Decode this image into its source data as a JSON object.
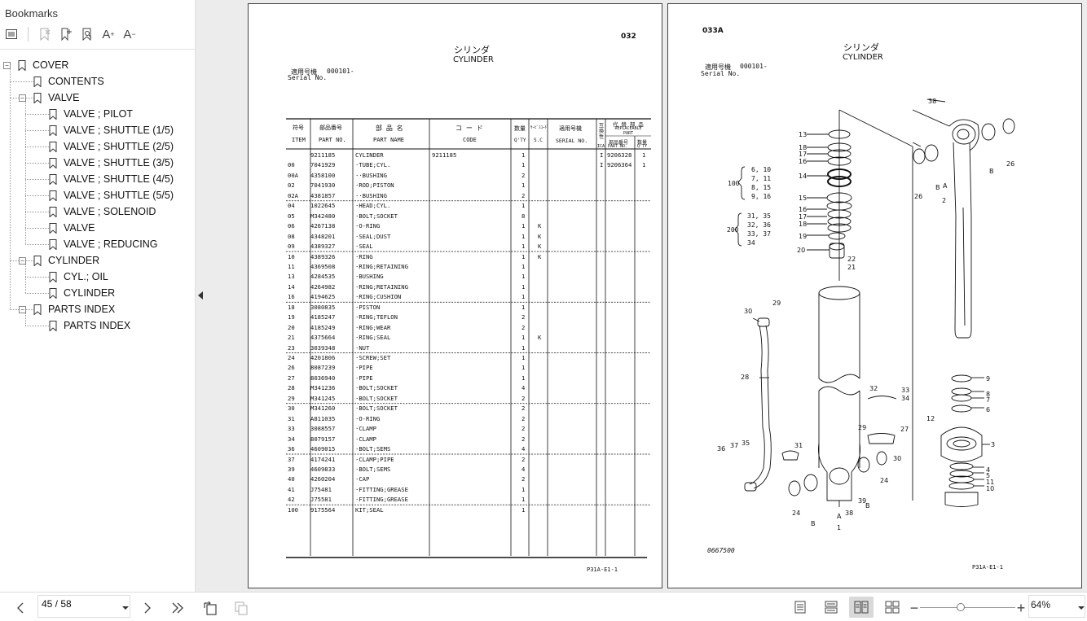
{
  "sidebar": {
    "title": "Bookmarks",
    "toolbar": [
      {
        "name": "expand-all-icon"
      },
      {
        "name": "delete-bookmark-icon"
      },
      {
        "name": "add-bookmark-icon"
      },
      {
        "name": "find-bookmark-icon"
      },
      {
        "name": "increase-text-icon",
        "glyph": "A+"
      },
      {
        "name": "decrease-text-icon",
        "glyph": "A-"
      }
    ],
    "items": [
      {
        "label": "COVER",
        "level": 0,
        "expander": "−"
      },
      {
        "label": "CONTENTS",
        "level": 1
      },
      {
        "label": "VALVE",
        "level": 1,
        "expander": "−"
      },
      {
        "label": "VALVE ; PILOT",
        "level": 2
      },
      {
        "label": "VALVE ; SHUTTLE (1/5)",
        "level": 2
      },
      {
        "label": "VALVE ; SHUTTLE (2/5)",
        "level": 2
      },
      {
        "label": "VALVE ; SHUTTLE (3/5)",
        "level": 2
      },
      {
        "label": "VALVE ; SHUTTLE (4/5)",
        "level": 2
      },
      {
        "label": "VALVE ; SHUTTLE (5/5)",
        "level": 2
      },
      {
        "label": "VALVE ; SOLENOID",
        "level": 2
      },
      {
        "label": "VALVE",
        "level": 2
      },
      {
        "label": "VALVE ; REDUCING",
        "level": 2
      },
      {
        "label": "CYLINDER",
        "level": 1,
        "expander": "−"
      },
      {
        "label": "CYL.; OIL",
        "level": 2
      },
      {
        "label": "CYLINDER",
        "level": 2
      },
      {
        "label": "PARTS INDEX",
        "level": 1,
        "expander": "−"
      },
      {
        "label": "PARTS INDEX",
        "level": 2
      }
    ]
  },
  "left_page": {
    "page_no": "032",
    "title_jp": "シリンダ",
    "title_en": "CYLINDER",
    "serial_jp": "適用号機",
    "serial_en": "Serial No.",
    "serial_value": "000101-",
    "footer": "P31A-E1-1",
    "headers": {
      "item_jp": "符号",
      "item_en": "ITEM",
      "part_jp": "部品番号",
      "part_en": "PART NO.",
      "name_jp": "部 品 名",
      "name_en": "PART NAME",
      "code_jp": "コ ー ド",
      "code_en": "CODE",
      "qty_jp": "数量",
      "qty_en": "Q'TY",
      "sc_jp": "ｻｰﾋﾞｽｺｰﾄﾞ",
      "sc_en": "S.C",
      "serial_jp": "適用号機",
      "serial_en": "SERIAL NO.",
      "ica_jp": "互換性",
      "ica_en": "ICA",
      "repl_jp": "代 替 部 品",
      "repl_en": "REPLACEABLE PART",
      "repl_part_jp": "部品番号",
      "repl_part_en": "PART NO.",
      "repl_qty_jp": "数量",
      "repl_qty_en": "Q'TY"
    },
    "rows": [
      {
        "item": "",
        "part": "9211185",
        "name": "CYLINDER",
        "code": "9211185",
        "qty": "1",
        "sc": "",
        "ica": "I",
        "repl": "9206328",
        "rqty": "1"
      },
      {
        "item": "00",
        "part": "7041929",
        "name": "·TUBE;CYL.",
        "code": "",
        "qty": "1",
        "sc": "",
        "ica": "I",
        "repl": "9206364",
        "rqty": "1"
      },
      {
        "item": "00A",
        "part": "4358100",
        "name": "··BUSHING",
        "code": "",
        "qty": "2",
        "sc": ""
      },
      {
        "item": "02",
        "part": "7041930",
        "name": "·ROD;PISTON",
        "code": "",
        "qty": "1",
        "sc": ""
      },
      {
        "item": "02A",
        "part": "4381857",
        "name": "··BUSHING",
        "code": "",
        "qty": "2",
        "sc": "",
        "sep": true
      },
      {
        "item": "04",
        "part": "1022645",
        "name": "·HEAD;CYL.",
        "code": "",
        "qty": "1",
        "sc": ""
      },
      {
        "item": "05",
        "part": "M342480",
        "name": "·BOLT;SOCKET",
        "code": "",
        "qty": "8",
        "sc": ""
      },
      {
        "item": "06",
        "part": "4267138",
        "name": "·O-RING",
        "code": "",
        "qty": "1",
        "sc": "K"
      },
      {
        "item": "08",
        "part": "4348201",
        "name": "·SEAL;DUST",
        "code": "",
        "qty": "1",
        "sc": "K"
      },
      {
        "item": "09",
        "part": "4389327",
        "name": "·SEAL",
        "code": "",
        "qty": "1",
        "sc": "K",
        "sep": true
      },
      {
        "item": "10",
        "part": "4389326",
        "name": "·RING",
        "code": "",
        "qty": "1",
        "sc": "K"
      },
      {
        "item": "11",
        "part": "4369508",
        "name": "·RING;RETAINING",
        "code": "",
        "qty": "1",
        "sc": ""
      },
      {
        "item": "13",
        "part": "4284535",
        "name": "·BUSHING",
        "code": "",
        "qty": "1",
        "sc": ""
      },
      {
        "item": "14",
        "part": "4264982",
        "name": "·RING;RETAINING",
        "code": "",
        "qty": "1",
        "sc": ""
      },
      {
        "item": "16",
        "part": "4194625",
        "name": "·RING;CUSHION",
        "code": "",
        "qty": "1",
        "sc": "",
        "sep": true
      },
      {
        "item": "18",
        "part": "3080835",
        "name": "·PISTON",
        "code": "",
        "qty": "1",
        "sc": ""
      },
      {
        "item": "19",
        "part": "4185247",
        "name": "·RING;TEFLON",
        "code": "",
        "qty": "2",
        "sc": ""
      },
      {
        "item": "20",
        "part": "4185249",
        "name": "·RING;WEAR",
        "code": "",
        "qty": "2",
        "sc": ""
      },
      {
        "item": "21",
        "part": "4375664",
        "name": "·RING;SEAL",
        "code": "",
        "qty": "1",
        "sc": "K"
      },
      {
        "item": "23",
        "part": "3039348",
        "name": "·NUT",
        "code": "",
        "qty": "1",
        "sc": "",
        "sep": true
      },
      {
        "item": "24",
        "part": "4201806",
        "name": "·SCREW;SET",
        "code": "",
        "qty": "1",
        "sc": ""
      },
      {
        "item": "26",
        "part": "8087239",
        "name": "·PIPE",
        "code": "",
        "qty": "1",
        "sc": ""
      },
      {
        "item": "27",
        "part": "8036940",
        "name": "·PIPE",
        "code": "",
        "qty": "1",
        "sc": ""
      },
      {
        "item": "28",
        "part": "M341236",
        "name": "·BOLT;SOCKET",
        "code": "",
        "qty": "4",
        "sc": ""
      },
      {
        "item": "29",
        "part": "M341245",
        "name": "·BOLT;SOCKET",
        "code": "",
        "qty": "2",
        "sc": "",
        "sep": true
      },
      {
        "item": "30",
        "part": "M341260",
        "name": "·BOLT;SOCKET",
        "code": "",
        "qty": "2",
        "sc": ""
      },
      {
        "item": "31",
        "part": "A811035",
        "name": "·O-RING",
        "code": "",
        "qty": "2",
        "sc": ""
      },
      {
        "item": "33",
        "part": "3088557",
        "name": "·CLAMP",
        "code": "",
        "qty": "2",
        "sc": ""
      },
      {
        "item": "34",
        "part": "8079157",
        "name": "·CLAMP",
        "code": "",
        "qty": "2",
        "sc": ""
      },
      {
        "item": "36",
        "part": "4609015",
        "name": "·BOLT;SEMS",
        "code": "",
        "qty": "4",
        "sc": "",
        "sep": true
      },
      {
        "item": "37",
        "part": "4174241",
        "name": "·CLAMP;PIPE",
        "code": "",
        "qty": "2",
        "sc": ""
      },
      {
        "item": "39",
        "part": "4609833",
        "name": "·BOLT;SEMS",
        "code": "",
        "qty": "4",
        "sc": ""
      },
      {
        "item": "40",
        "part": "4260204",
        "name": "·CAP",
        "code": "",
        "qty": "2",
        "sc": ""
      },
      {
        "item": "41",
        "part": "J75481",
        "name": "·FITTING;GREASE",
        "code": "",
        "qty": "1",
        "sc": ""
      },
      {
        "item": "42",
        "part": "J75581",
        "name": "·FITTING;GREASE",
        "code": "",
        "qty": "1",
        "sc": "",
        "sep": true
      },
      {
        "item": "100",
        "part": "9175564",
        "name": "KIT;SEAL",
        "code": "",
        "qty": "1",
        "sc": ""
      }
    ]
  },
  "right_page": {
    "page_no": "033A",
    "title_jp": "シリンダ",
    "title_en": "CYLINDER",
    "serial_jp": "適用号機",
    "serial_en": "Serial No.",
    "serial_value": "000101-",
    "drawing_no": "0667500",
    "footer": "P31A-E1-1",
    "kit100": {
      "label": "100",
      "lines": [
        "6, 10",
        "7, 11",
        "8, 15",
        "9, 16"
      ]
    },
    "kit200": {
      "label": "200",
      "lines": [
        "31, 35",
        "32, 36",
        "33, 37",
        "34"
      ]
    }
  },
  "bottom": {
    "page_value": "45 / 58",
    "zoom_value": "64%",
    "zoom_level": 0.43
  }
}
